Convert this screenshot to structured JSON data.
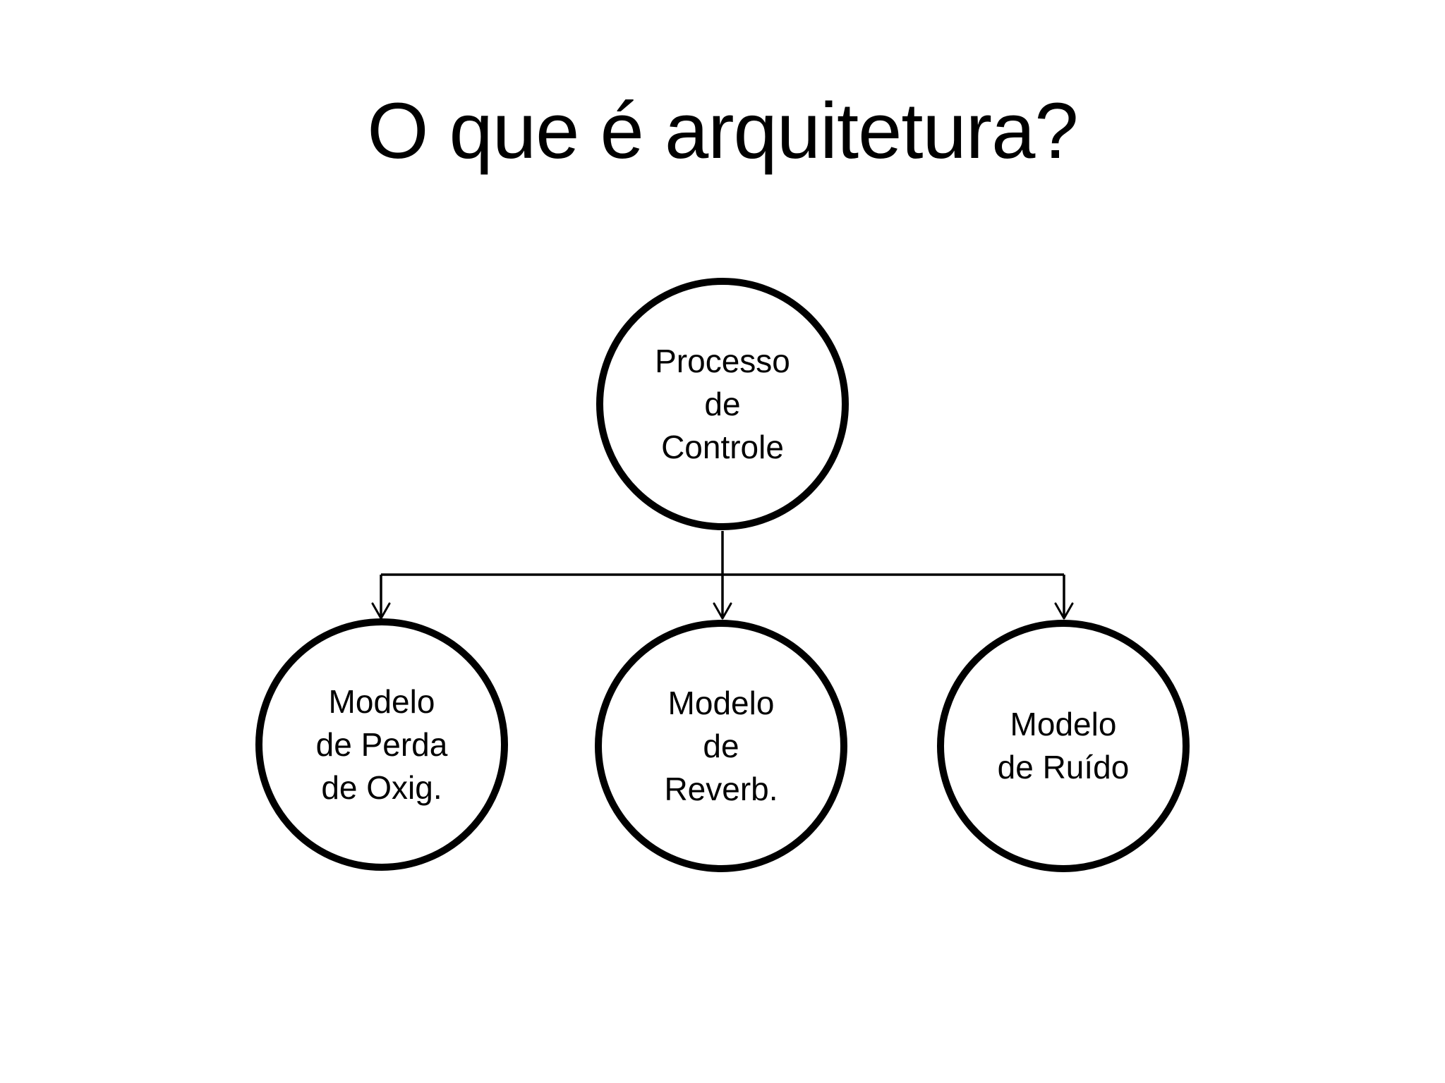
{
  "slide": {
    "title": "O que é arquitetura?"
  },
  "colors": {
    "ink": "#000000",
    "background": "#ffffff"
  },
  "diagram": {
    "type": "tree",
    "root": {
      "label": "Processo\nde\nControle"
    },
    "children": [
      {
        "label": "Modelo\nde Perda\nde Oxig."
      },
      {
        "label": "Modelo\nde\nReverb."
      },
      {
        "label": "Modelo\nde Ruído"
      }
    ]
  }
}
